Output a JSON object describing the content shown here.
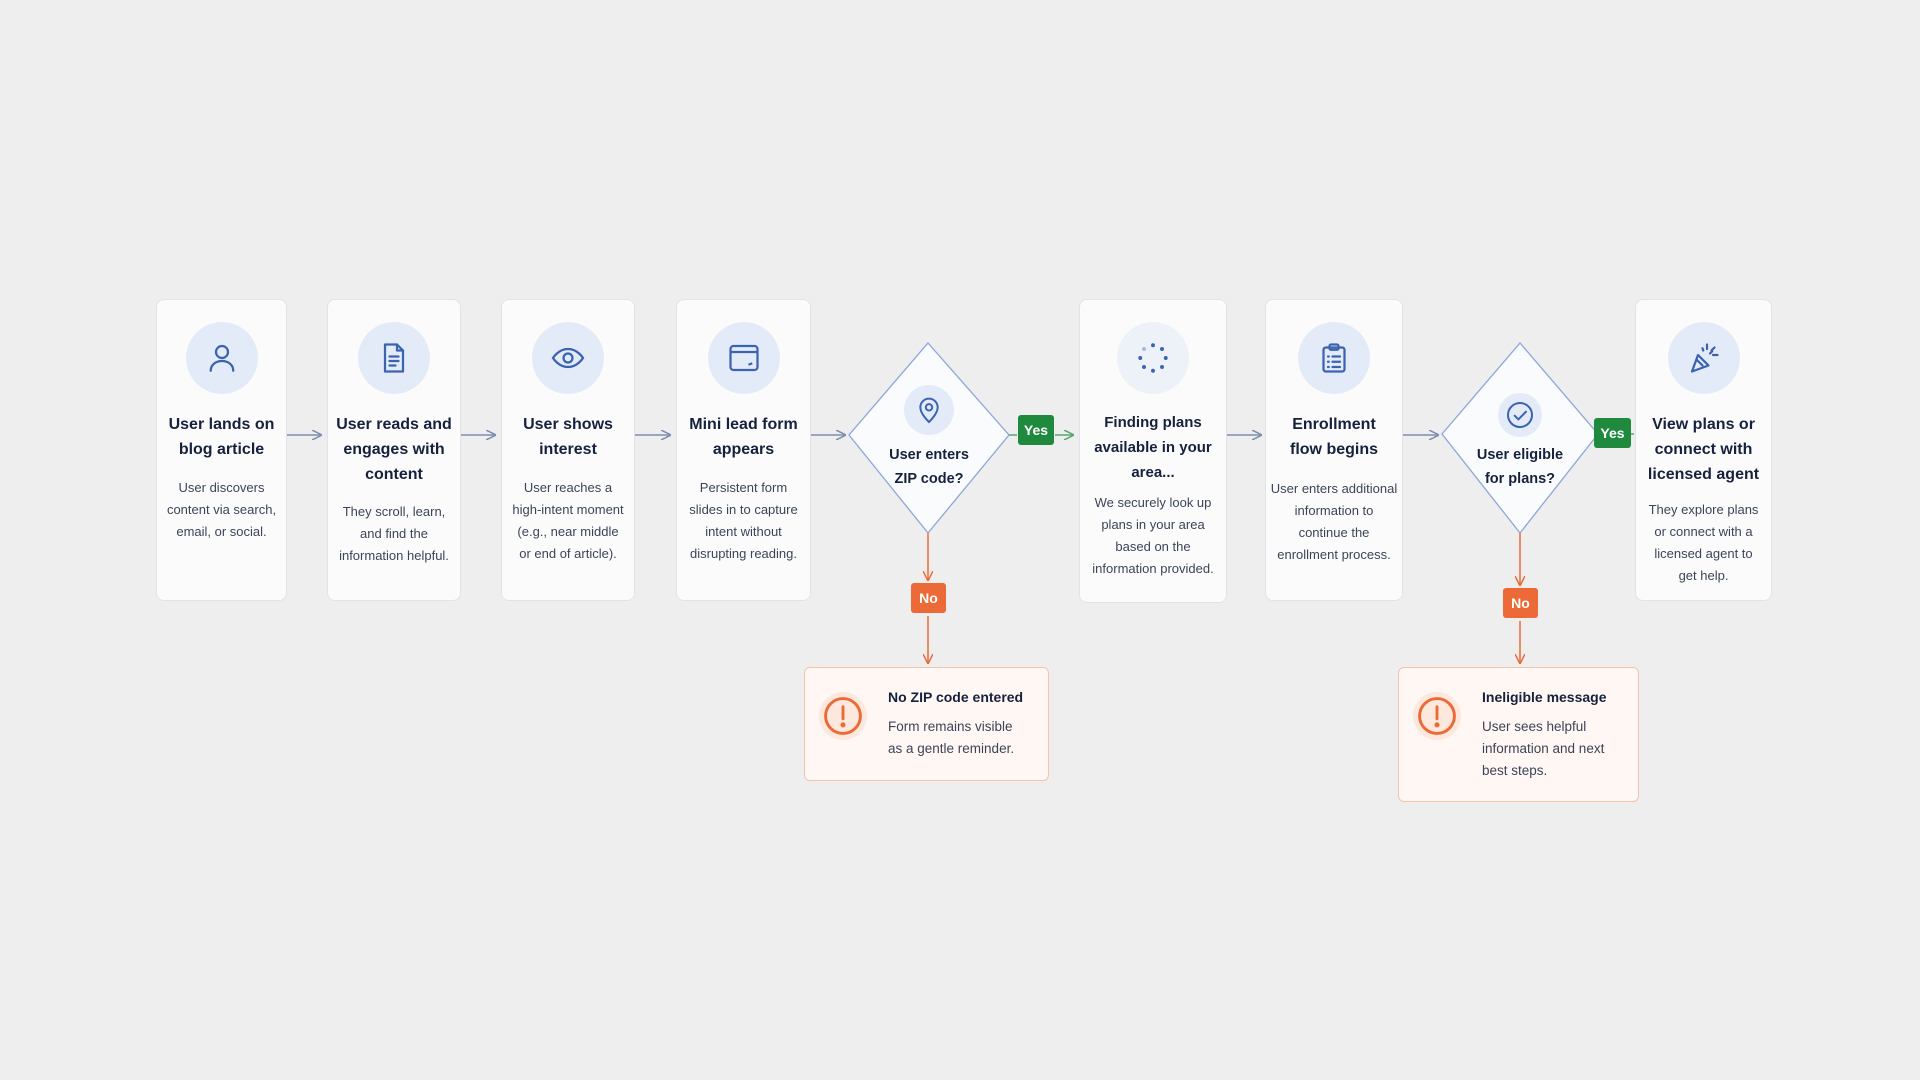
{
  "steps": [
    {
      "icon": "user-icon",
      "title": "User lands on blog article",
      "description": "User discovers content via search, email, or social."
    },
    {
      "icon": "document-icon",
      "title": "User reads and engages with content",
      "description": "They scroll, learn, and find the information helpful."
    },
    {
      "icon": "eye-icon",
      "title": "User shows interest",
      "description": "User reaches a high-intent moment (e.g., near middle or end of article)."
    },
    {
      "icon": "browser-window-icon",
      "title": "Mini lead form appears",
      "description": "Persistent form slides in to capture intent without disrupting reading."
    },
    {
      "icon": "loading-spinner-icon",
      "title": "Finding plans available in your area...",
      "description": "We securely look up plans in your area based on the information provided."
    },
    {
      "icon": "clipboard-icon",
      "title": "Enrollment flow begins",
      "description": "User enters additional information to continue the enrollment process."
    },
    {
      "icon": "party-popper-icon",
      "title": "View plans or connect with licensed agent",
      "description": "They explore plans or connect with a licensed agent to get help."
    }
  ],
  "decisions": [
    {
      "icon": "location-pin-icon",
      "question": "User enters ZIP code?",
      "yes_label": "Yes",
      "no_label": "No"
    },
    {
      "icon": "check-circle-icon",
      "question": "User eligible for plans?",
      "yes_label": "Yes",
      "no_label": "No"
    }
  ],
  "alerts": [
    {
      "icon": "alert-circle-icon",
      "title": "No ZIP code entered",
      "description": "Form remains visible as a gentle reminder."
    },
    {
      "icon": "alert-circle-icon",
      "title": "Ineligible message",
      "description": "User sees helpful information and next best steps."
    }
  ],
  "colors": {
    "background": "#eeeeee",
    "card": "#fbfbfc",
    "icon_blue": "#3b63b0",
    "connector": "#7d8db0",
    "yes_green": "#1f8a3e",
    "no_orange": "#ec6a37",
    "alert_bg": "#fff7f3"
  }
}
